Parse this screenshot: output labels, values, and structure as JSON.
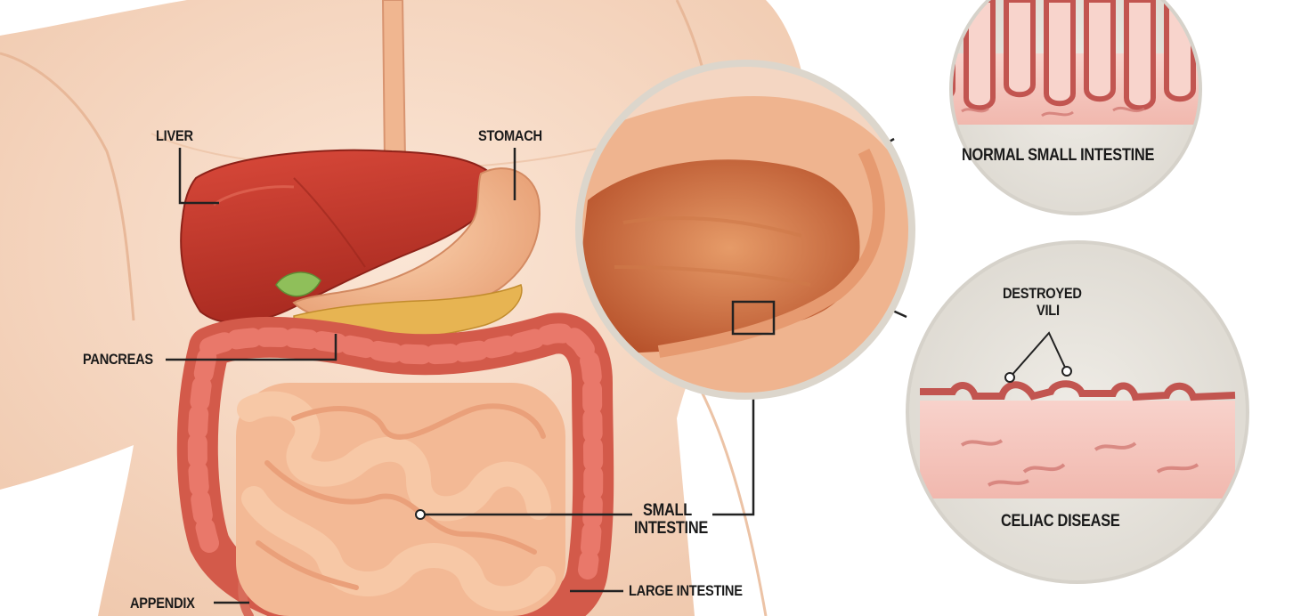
{
  "labels": {
    "liver": "LIVER",
    "stomach": "STOMACH",
    "pancreas": "PANCREAS",
    "small_intestine_line1": "SMALL",
    "small_intestine_line2": "INTESTINE",
    "appendix": "APPENDIX",
    "large_intestine": "LARGE INTESTINE",
    "normal_small_intestine": "NORMAL SMALL INTESTINE",
    "destroyed_vili_line1": "DESTROYED",
    "destroyed_vili_line2": "VILI",
    "celiac_disease": "CELIAC DISEASE"
  },
  "colors": {
    "skin": "#f7dcc8",
    "liver": "#c93a2c",
    "stomach": "#f2b489",
    "intestine": "#f0a57e",
    "colon": "#d9604f",
    "tissue": "#f5c4bd",
    "vessel": "#c25550",
    "panel_bg": "#e9e7e1"
  }
}
